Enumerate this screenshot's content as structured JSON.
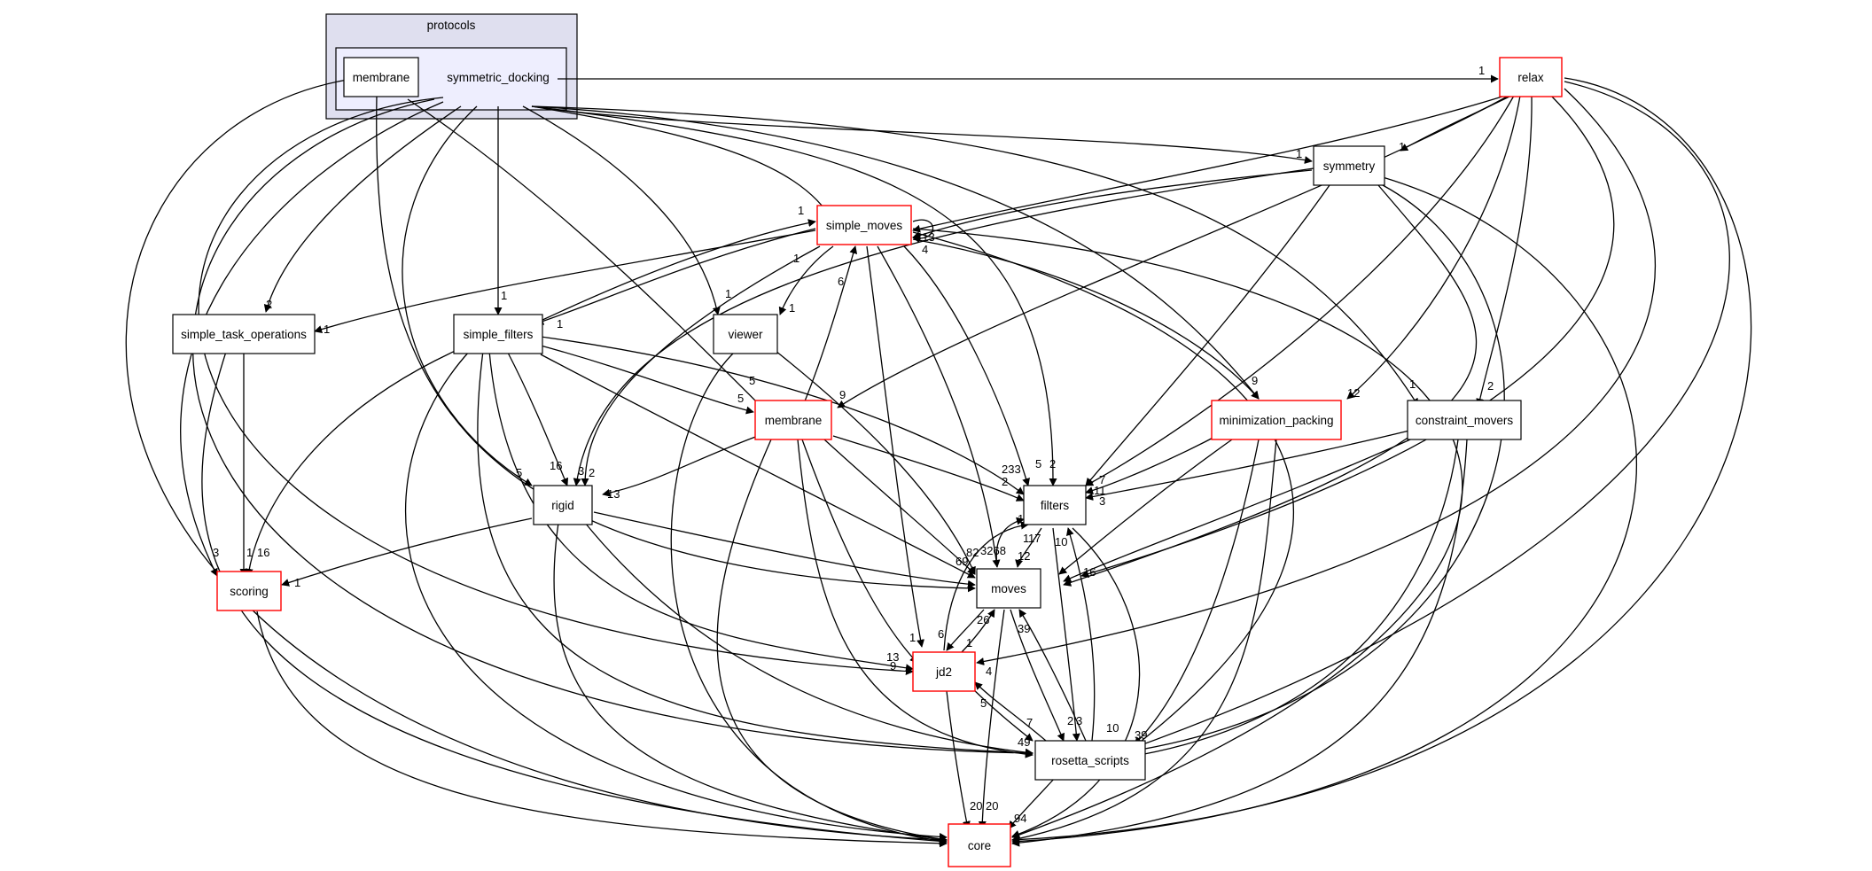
{
  "colors": {
    "outer_cluster_fill": "#dfdfef",
    "inner_cluster_fill": "#eeeefe",
    "red_border": "#ff0000",
    "black_border": "#000000"
  },
  "graph": {
    "clusters": [
      {
        "id": "protocols",
        "label": "protocols"
      }
    ],
    "nodes": [
      {
        "id": "membrane_local",
        "label": "membrane",
        "red": false
      },
      {
        "id": "symmetric_docking",
        "label": "symmetric_docking",
        "red": false
      },
      {
        "id": "relax",
        "label": "relax",
        "red": true
      },
      {
        "id": "symmetry",
        "label": "symmetry",
        "red": false
      },
      {
        "id": "simple_moves",
        "label": "simple_moves",
        "red": true
      },
      {
        "id": "simple_task_operations",
        "label": "simple_task_operations",
        "red": false
      },
      {
        "id": "simple_filters",
        "label": "simple_filters",
        "red": false
      },
      {
        "id": "viewer",
        "label": "viewer",
        "red": false
      },
      {
        "id": "membrane",
        "label": "membrane",
        "red": true
      },
      {
        "id": "minimization_packing",
        "label": "minimization_packing",
        "red": true
      },
      {
        "id": "constraint_movers",
        "label": "constraint_movers",
        "red": false
      },
      {
        "id": "rigid",
        "label": "rigid",
        "red": false
      },
      {
        "id": "filters",
        "label": "filters",
        "red": false
      },
      {
        "id": "scoring",
        "label": "scoring",
        "red": true
      },
      {
        "id": "moves",
        "label": "moves",
        "red": false
      },
      {
        "id": "jd2",
        "label": "jd2",
        "red": true
      },
      {
        "id": "rosetta_scripts",
        "label": "rosetta_scripts",
        "red": false
      },
      {
        "id": "core",
        "label": "core",
        "red": true
      }
    ],
    "edge_labels": [
      "1",
      "1",
      "1",
      "1",
      "3",
      "113",
      "4",
      "2",
      "1",
      "1",
      "1",
      "1",
      "6",
      "1",
      "1",
      "9",
      "12",
      "1",
      "2",
      "5",
      "5",
      "9",
      "233",
      "2",
      "5",
      "2",
      "7",
      "11",
      "3",
      "5",
      "16",
      "3",
      "2",
      "13",
      "3",
      "1",
      "16",
      "1",
      "1",
      "1",
      "17",
      "10",
      "69",
      "82",
      "3268",
      "12",
      "16",
      "26",
      "1",
      "4",
      "1",
      "6",
      "13",
      "9",
      "39",
      "7",
      "2",
      "3",
      "5",
      "10",
      "39",
      "49",
      "7",
      "20",
      "20",
      "94"
    ]
  }
}
